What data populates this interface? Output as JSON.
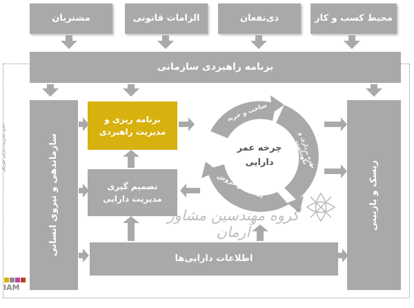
{
  "top_boxes": [
    {
      "label": "مشتریان"
    },
    {
      "label": "الزامات قانونی"
    },
    {
      "label": "ذی‌نفعان"
    },
    {
      "label": "محیط کسب و کار"
    }
  ],
  "plan_box": {
    "label": "برنامه راهبردی سازمانی"
  },
  "left_column": {
    "label": "سازماندهی و نیروی انسانی"
  },
  "right_column": {
    "label": "ریسک و بازبینی"
  },
  "planning_box": {
    "label": "برنامه ریزی و مدیریت راهبردی"
  },
  "decision_box": {
    "label": "تصمیم گیری مدیریت دارایی"
  },
  "info_box": {
    "label": "اطلاعات دارایی‌ها"
  },
  "cycle": {
    "center_label": "چرخه عمر دارایی",
    "segments": [
      {
        "label": "ساخت و خرید"
      },
      {
        "label": "بهره برداری و نگهداشت"
      },
      {
        "label": "اسقاط و فروش"
      }
    ]
  },
  "side_note": {
    "label": "حدود مدیریت دارایی فیزیکی"
  },
  "watermark": {
    "label": "گروه مهندسین مشاور آرمان"
  },
  "logo": {
    "label": "IAM"
  },
  "colors": {
    "box": "#a9a9a9",
    "accent": "#d7b10d",
    "text": "#ffffff"
  }
}
